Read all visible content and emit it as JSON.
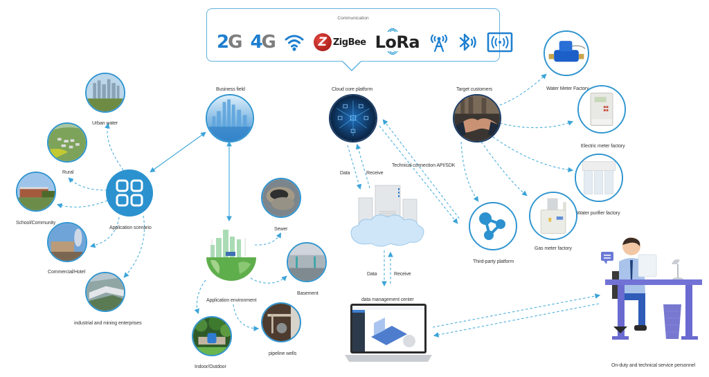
{
  "communication": {
    "title": "Communication",
    "protocols": [
      {
        "id": "2g",
        "label_num": "2",
        "label_g": "G",
        "icon": "2g-logo"
      },
      {
        "id": "4g",
        "label_num": "4",
        "label_g": "G",
        "icon": "4g-logo"
      },
      {
        "id": "wifi",
        "icon": "wifi-icon"
      },
      {
        "id": "zigbee",
        "label": "ZigBee",
        "badge": "Z",
        "icon": "zigbee-logo"
      },
      {
        "id": "lora",
        "label": "LoRa",
        "icon": "lora-logo"
      },
      {
        "id": "cellular",
        "icon": "antenna-tower-icon"
      },
      {
        "id": "bluetooth",
        "icon": "bluetooth-icon"
      },
      {
        "id": "nfc",
        "icon": "wireless-broadcast-icon"
      }
    ]
  },
  "nodes": {
    "business_field": {
      "label": "Business field"
    },
    "cloud_core": {
      "label": "Cloud core platform"
    },
    "target_customers": {
      "label": "Target customers"
    },
    "application_scenario": {
      "label": "Application scenario"
    },
    "application_environment": {
      "label": "Application environment"
    },
    "third_party": {
      "label": "Third-party platform"
    },
    "data_center": {
      "label": "data management center"
    },
    "personnel": {
      "label": "On-duty and technical service personnel"
    }
  },
  "scenarios": [
    {
      "label": "Urban water"
    },
    {
      "label": "Rural"
    },
    {
      "label": "School/Community"
    },
    {
      "label": "Commercial/Hotel"
    },
    {
      "label": "industrial and mining enterprises"
    }
  ],
  "environments": [
    {
      "label": "Sewer"
    },
    {
      "label": "Basement"
    },
    {
      "label": "pipeline wells"
    },
    {
      "label": "Indoor/Outdoor"
    }
  ],
  "customers": [
    {
      "label": "Water Meter Factory"
    },
    {
      "label": "Electric meter factory"
    },
    {
      "label": "Water purifier factory"
    },
    {
      "label": "Gas meter factory"
    }
  ],
  "flows": {
    "cloud_to_server": {
      "data": "Data",
      "receive": "Receive"
    },
    "server_to_center": {
      "data": "Data",
      "receive": "Receive"
    },
    "api": "Technical connection API/SDK"
  },
  "colors": {
    "accent": "#2f95d0",
    "hub": "#2c92cf",
    "dash": "#4aaedc"
  }
}
